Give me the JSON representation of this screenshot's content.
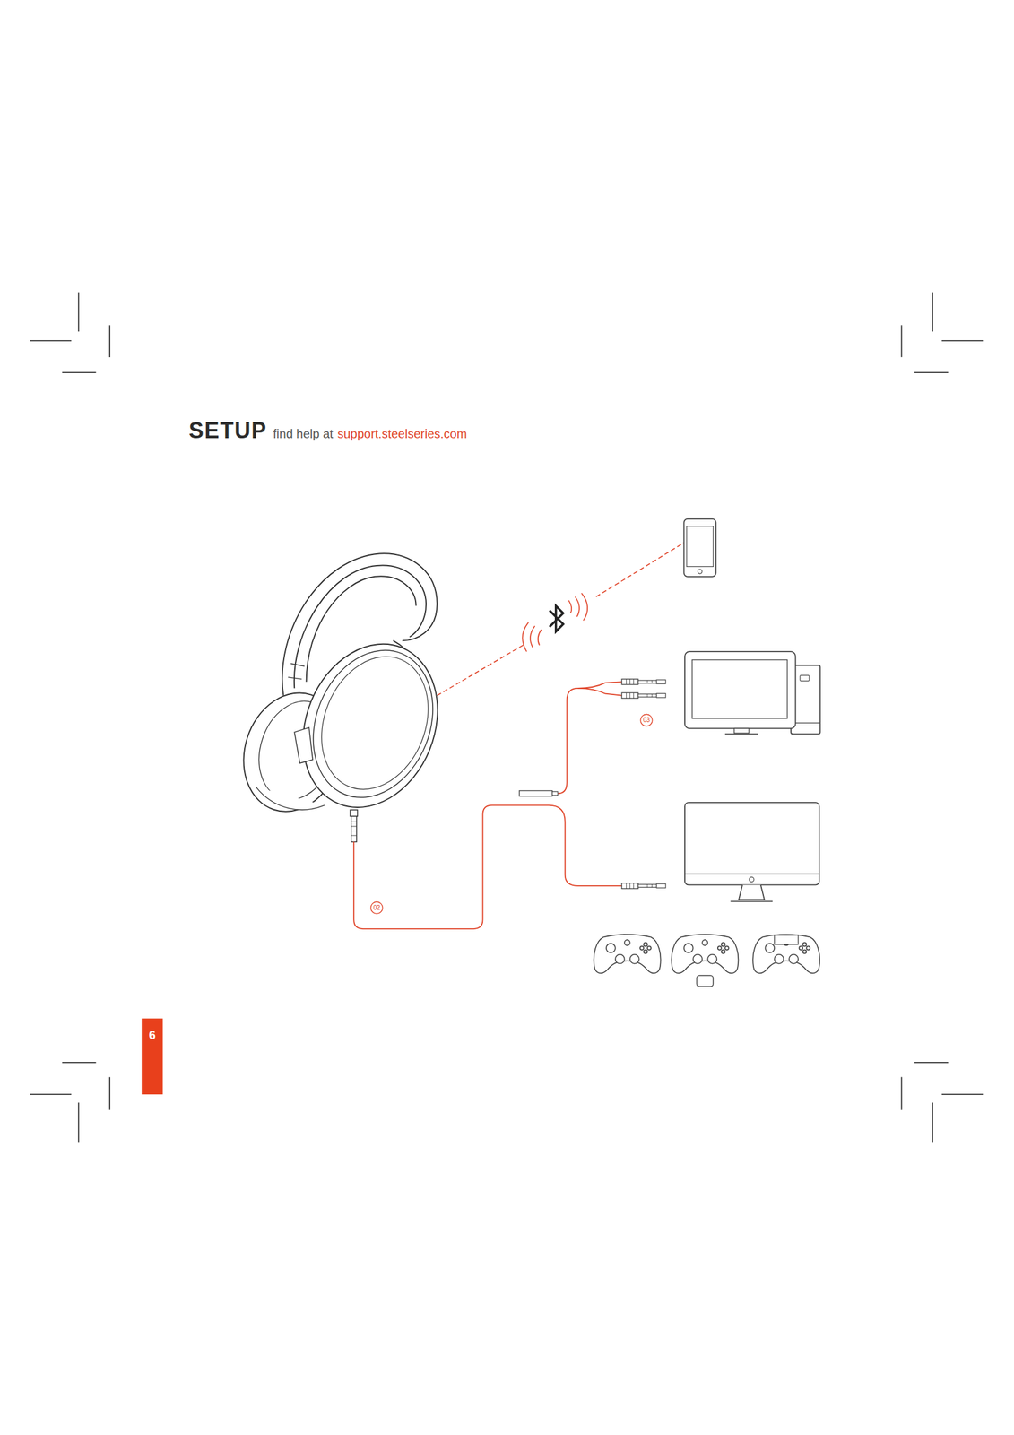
{
  "diagram": {
    "title": "SETUP",
    "labels": [
      "find help at",
      "support.steelseries.com",
      "03",
      "02",
      "6"
    ]
  }
}
